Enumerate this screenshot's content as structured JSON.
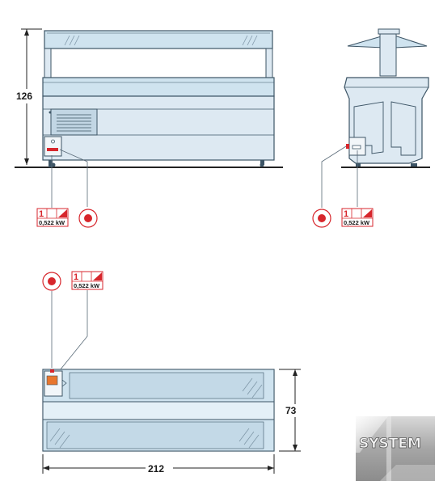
{
  "dimensions": {
    "height": "126",
    "depth": "73",
    "width": "212"
  },
  "electrical_badges": [
    {
      "phase": "1",
      "power": "0,522 kW"
    },
    {
      "phase": "1",
      "power": "0,522 kW"
    },
    {
      "phase": "1",
      "power": "0,522 kW"
    }
  ],
  "logo": {
    "text": "SYSTEM"
  },
  "colors": {
    "glass_fill": "#cfe3ef",
    "glass_light": "#e4f0f7",
    "body_fill": "#dde9f2",
    "outline": "#3d5566",
    "dimension_line": "#222222",
    "accent_red": "#d7262c",
    "leader_line": "#5a6b78"
  }
}
